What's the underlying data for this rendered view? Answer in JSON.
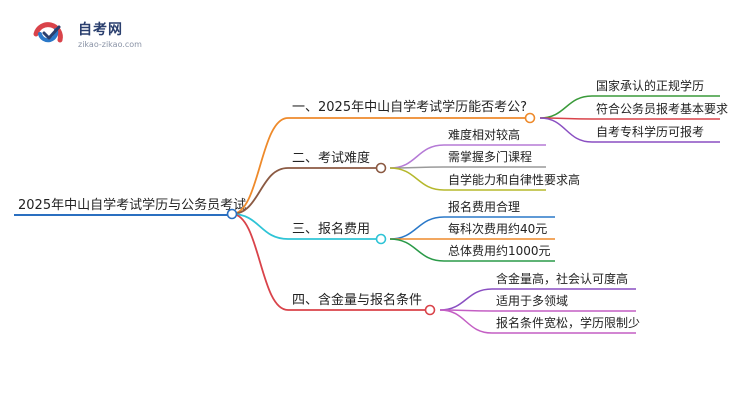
{
  "brand": {
    "name": "自考网",
    "url_text": "zikao-zikao.com"
  },
  "root": {
    "label": "2025年中山自学考试学历与公务员考试"
  },
  "branches": [
    {
      "label": "一、2025年中山自学考试学历能否考公?",
      "color": "#ee8a2b",
      "children": [
        {
          "label": "国家承认的正规学历",
          "color": "#3a9a3a"
        },
        {
          "label": "符合公务员报考基本要求",
          "color": "#d9434a"
        },
        {
          "label": "自考专科学历可报考",
          "color": "#8a4fc2"
        }
      ]
    },
    {
      "label": "二、考试难度",
      "color": "#8b5a43",
      "children": [
        {
          "label": "难度相对较高",
          "color": "#b57ad6"
        },
        {
          "label": "需掌握多门课程",
          "color": "#9a9a9a"
        },
        {
          "label": "自学能力和自律性要求高",
          "color": "#b5b82c"
        }
      ]
    },
    {
      "label": "三、报名费用",
      "color": "#2fc4d6",
      "children": [
        {
          "label": "报名费用合理",
          "color": "#2a78c8"
        },
        {
          "label": "每科次费用约40元",
          "color": "#ee8a2b"
        },
        {
          "label": "总体费用约1000元",
          "color": "#2a9a48"
        }
      ]
    },
    {
      "label": "四、含金量与报名条件",
      "color": "#d9434a",
      "children": [
        {
          "label": "含金量高，社会认可度高",
          "color": "#8a4fc2"
        },
        {
          "label": "适用于多领域",
          "color": "#c45fc4"
        },
        {
          "label": "报名条件宽松，学历限制少",
          "color": "#c45fc4"
        }
      ]
    }
  ]
}
